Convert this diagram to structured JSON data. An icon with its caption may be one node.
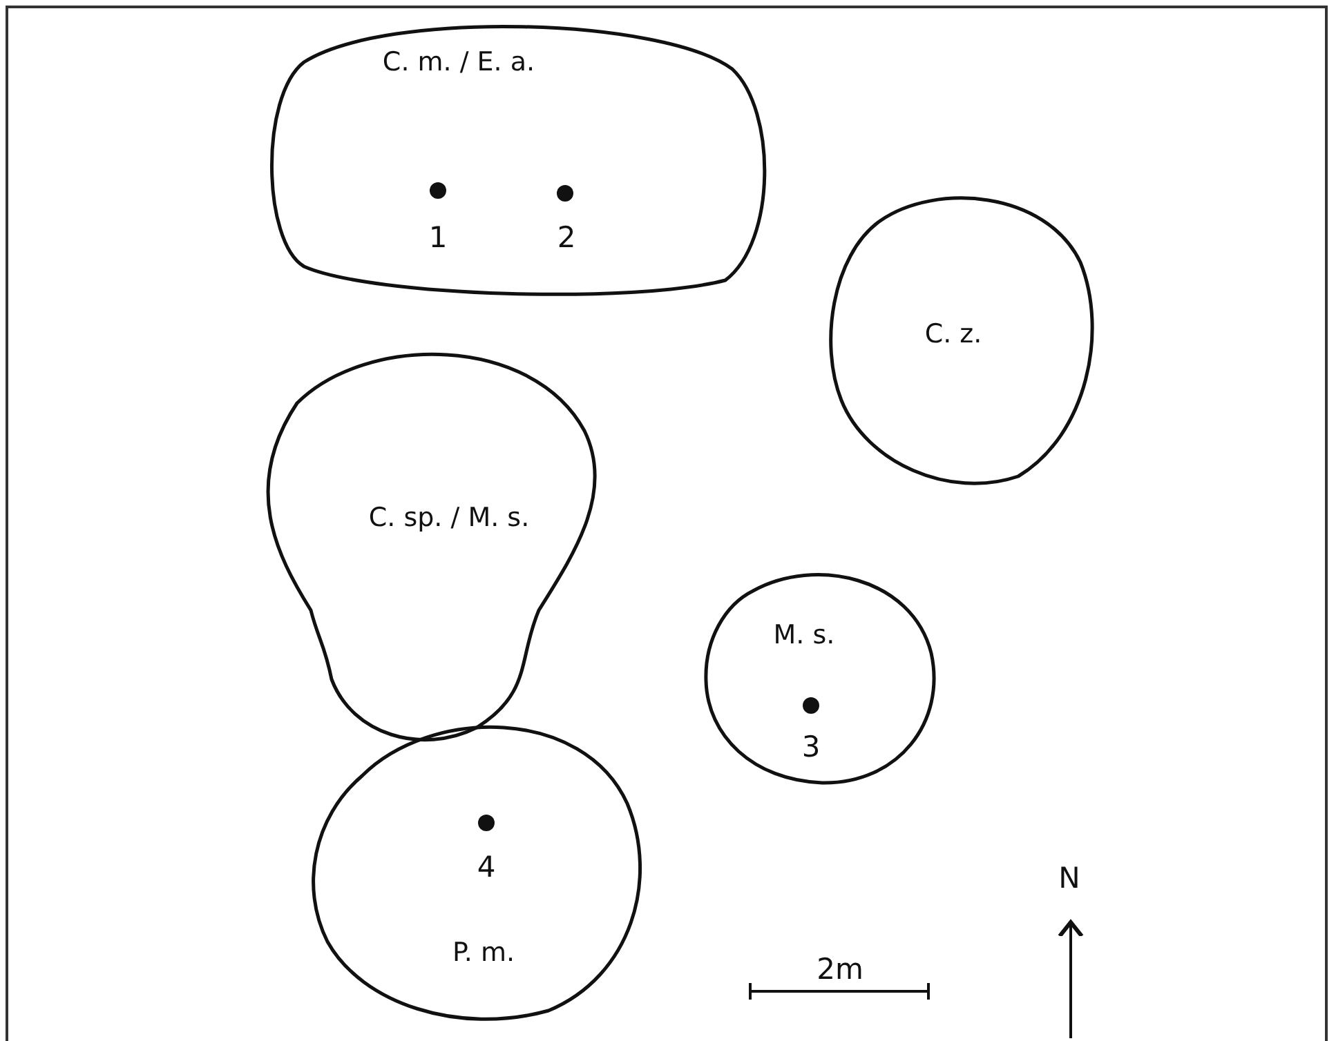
{
  "diagram": {
    "nodes": [
      {
        "text": [
          "C. m. / E. a."
        ]
      },
      {
        "text": [
          "C. z."
        ]
      },
      {
        "text": [
          "C. sp. / M. s."
        ]
      },
      {
        "text": [
          "M. s."
        ]
      },
      {
        "text": [
          "P. m."
        ]
      }
    ],
    "labels": [
      "1",
      "2",
      "3",
      "4",
      "2m",
      "N"
    ]
  }
}
